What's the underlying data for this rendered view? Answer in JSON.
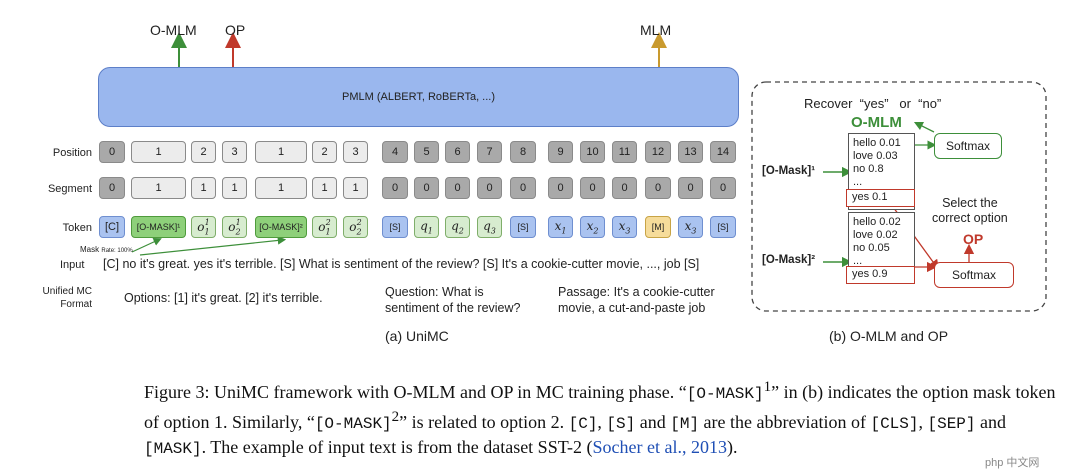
{
  "outputs": {
    "omlm": "O-MLM",
    "op": "OP",
    "mlm": "MLM"
  },
  "pmlm": "PMLM (ALBERT, RoBERTa, ...)",
  "row_labels": {
    "position": "Position",
    "segment": "Segment",
    "token": "Token"
  },
  "position": [
    "0",
    "1",
    "2",
    "3",
    "1",
    "2",
    "3",
    "4",
    "5",
    "6",
    "7",
    "8",
    "9",
    "10",
    "11",
    "12",
    "13",
    "14"
  ],
  "segment": [
    "0",
    "1",
    "1",
    "1",
    "1",
    "1",
    "1",
    "0",
    "0",
    "0",
    "0",
    "0",
    "0",
    "0",
    "0",
    "0",
    "0",
    "0"
  ],
  "tokens_plain": {
    "c": "[C]",
    "omask1": "[O-MASK]¹",
    "omask2": "[O-MASK]²",
    "s": "[S]",
    "m": "[M]"
  },
  "mask_rate": {
    "mask": "Mask",
    "rate": "Rate: 100%"
  },
  "input": {
    "label": "Input",
    "text": "[C] no it's great. yes it's terrible. [S] What is sentiment of the review? [S] It's a cookie-cutter movie, ..., job [S]"
  },
  "format": {
    "label1": "Unified MC",
    "label2": "Format",
    "options": "Options: [1] it's great. [2] it's terrible.",
    "question1": "Question: What is",
    "question2": "sentiment of the review?",
    "passage1": "Passage: It's a cookie-cutter",
    "passage2": "movie, a cut-and-paste job"
  },
  "sub_a": "(a) UniMC",
  "sub_b": "(b) O-MLM and OP",
  "right": {
    "recover": "Recover  “yes”   or  “no”",
    "omlm": "O-MLM",
    "softmax": "Softmax",
    "omask1": "[O-Mask]¹",
    "omask2": "[O-Mask]²",
    "list1": [
      "hello 0.01",
      "love 0.03",
      "no 0.8",
      "..."
    ],
    "yes1": "yes 0.1",
    "list2": [
      "hello 0.02",
      "love 0.02",
      "no 0.05",
      "..."
    ],
    "yes2": "yes 0.9",
    "select1": "Select the",
    "select2": "correct option",
    "op": "OP"
  },
  "caption": {
    "p1": "Figure 3: UniMC framework with O-MLM and OP in MC training phase. “",
    "m1": "[O-MASK]",
    "sup1": "1",
    "p2": "” in (b) indicates the option mask token of option 1. Similarly, “",
    "m2": "[O-MASK]",
    "sup2": "2",
    "p3": "” is related to option 2. ",
    "m3": "[C]",
    "p4": ", ",
    "m4": "[S]",
    "p5": " and ",
    "m5": "[M]",
    "p6": " are the abbreviation of ",
    "m6": "[CLS]",
    "p7": ", ",
    "m7": "[SEP]",
    "p8": " and ",
    "m8": "[MASK]",
    "p9": ". The example of input text is from the dataset SST-2 (",
    "cite": "Socher et al., 2013",
    "p10": ")."
  },
  "watermark": "php 中文网",
  "colors": {
    "green": "#3d8f3a",
    "red": "#c0392b",
    "gold": "#c99a2e",
    "blue": "#9ab7ee"
  }
}
